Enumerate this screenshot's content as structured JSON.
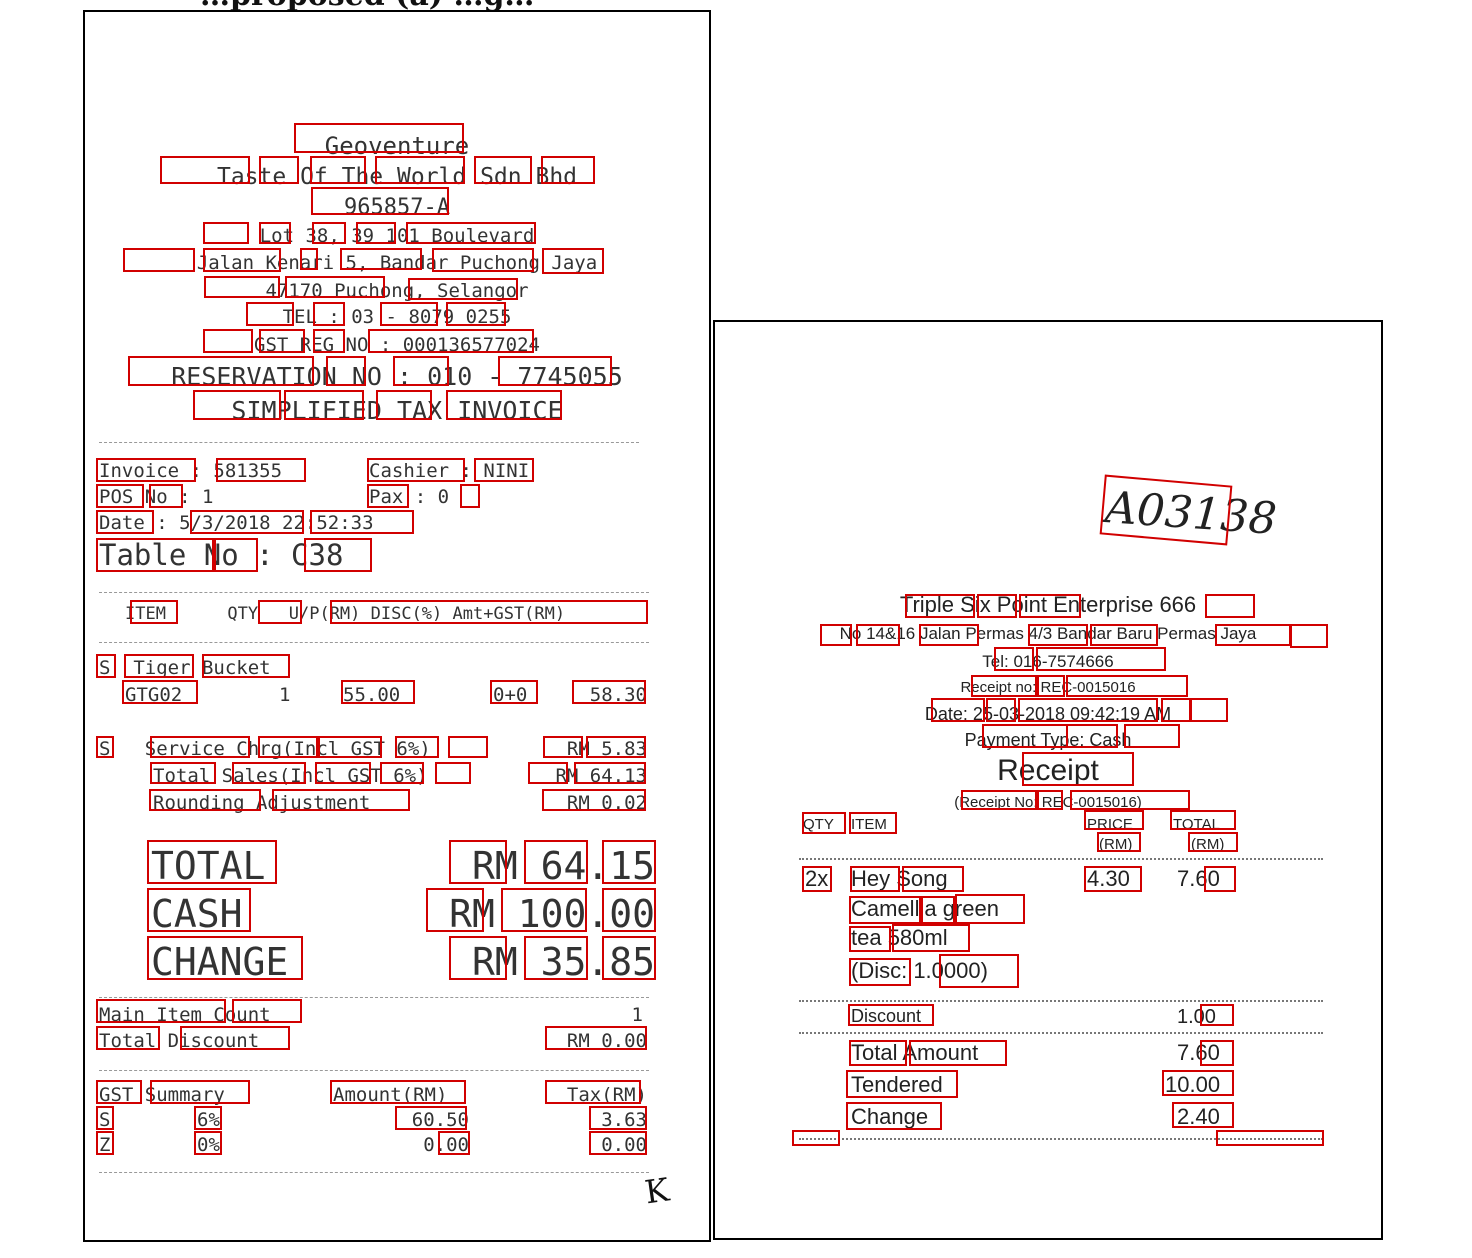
{
  "caption_fragment": "…proposed (a) …g…",
  "receipt1": {
    "company": "Geoventure",
    "entity": "Taste Of The World Sdn Bhd",
    "reg": "965857-A",
    "addr1": "Lot 38, 39 101 Boulevard",
    "addr2": "Jalan Kenari 5, Bandar Puchong Jaya",
    "addr3": "47170 Puchong, Selangor",
    "tel": "TEL : 03 - 8079 0255",
    "gst": "GST REG NO : 000136577024",
    "reservation": "RESERVATION NO : 010 - 7745055",
    "doc_type": "SIMPLIFIED TAX INVOICE",
    "invoice": "Invoice : 581355",
    "cashier": "Cashier : NINI",
    "pos": "POS No : 1",
    "pax": "Pax : 0",
    "date": "Date : 5/3/2018 22:52:33",
    "table": "Table No : C38",
    "header": "ITEM      QTY   U/P(RM) DISC(%) Amt+GST(RM)",
    "item_name": "S  Tiger Bucket",
    "item_code": "GTG02",
    "item_qty": "1",
    "item_up": "55.00",
    "item_disc": "0+0",
    "item_amt": "58.30",
    "svc_label": "S   Service Chrg(Incl GST 6%)",
    "svc_val": "RM 5.83",
    "total_sales_label": "Total Sales(Incl GST 6%)",
    "total_sales_val": "RM 64.13",
    "rounding_label": "Rounding Adjustment",
    "rounding_val": "RM 0.02",
    "total_label": "TOTAL",
    "total_val": "RM 64.15",
    "cash_label": "CASH",
    "cash_val": "RM 100.00",
    "change_label": "CHANGE",
    "change_val": "RM 35.85",
    "main_count_label": "Main Item Count",
    "main_count_val": "1",
    "disc_label": "Total Discount",
    "disc_val": "RM 0.00",
    "gst_header_label": "GST Summary",
    "gst_header_amt": "Amount(RM)",
    "gst_header_tax": "Tax(RM)",
    "gst_row1_code": "S",
    "gst_row1_rate": "6%",
    "gst_row1_amt": "60.50",
    "gst_row1_tax": "3.63",
    "gst_row2_code": "Z",
    "gst_row2_rate": "0%",
    "gst_row2_amt": "0.00",
    "gst_row2_tax": "0.00",
    "mark": "K"
  },
  "receipt2": {
    "handwritten": "A03138",
    "company": "Triple Six Point Enterprise 666",
    "addr": "No 14&16 Jalan Permas 4/3 Bandar Baru Permas Jaya",
    "tel": "Tel: 016-7574666",
    "receipt_no": "Receipt no: REC-0015016",
    "date": "Date: 25-03-2018 09:42:19 AM",
    "payment": "Payment Type: Cash",
    "title": "Receipt",
    "receipt_no2": "(Receipt No: REC-0015016)",
    "col_qty": "QTY",
    "col_item": "ITEM",
    "col_price": "PRICE",
    "col_price_unit": "(RM)",
    "col_total": "TOTAL",
    "col_total_unit": "(RM)",
    "item_qty": "2x",
    "item_name1": "Hey Song",
    "item_name2": "Camellia green",
    "item_name3": "tea 580ml",
    "item_disc": "(Disc: 1.0000)",
    "item_price": "4.30",
    "item_total": "7.60",
    "discount_label": "Discount",
    "discount_val": "1.00",
    "total_label": "Total Amount",
    "total_val": "7.60",
    "tendered_label": "Tendered",
    "tendered_val": "10.00",
    "change_label": "Change",
    "change_val": "2.40"
  },
  "colors": {
    "bbox": "#d10000",
    "frame": "#000000"
  }
}
